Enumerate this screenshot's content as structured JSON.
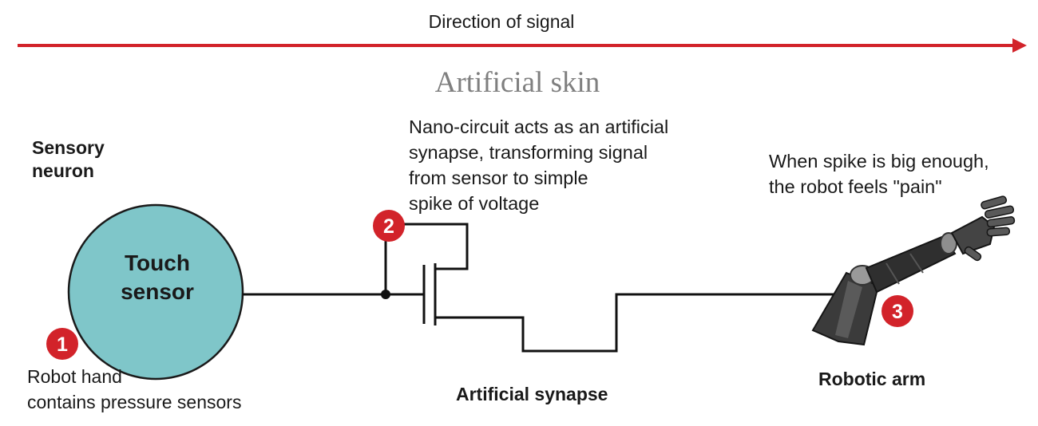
{
  "header": {
    "direction_label": "Direction of signal"
  },
  "title": "Artificial skin",
  "sensory_neuron": {
    "label_line1": "Sensory",
    "label_line2": "neuron"
  },
  "touch_sensor": {
    "line1": "Touch",
    "line2": "sensor"
  },
  "steps": [
    {
      "number": "1",
      "text_lines": [
        "Robot hand",
        "contains pressure sensors"
      ]
    },
    {
      "number": "2",
      "text_lines": [
        "Nano-circuit acts as an artificial",
        "synapse, transforming signal",
        "from sensor to simple",
        "spike of voltage"
      ]
    },
    {
      "number": "3",
      "text_lines": [
        "When spike is big enough,",
        "the robot feels \"pain\""
      ]
    }
  ],
  "artificial_synapse_label": "Artificial synapse",
  "robotic_arm_label": "Robotic arm",
  "colors": {
    "arrow": "#d2232a",
    "badge": "#d2232a",
    "sensor_fill": "#7fc6c9",
    "title": "#7f7f7f",
    "wire": "#111111"
  }
}
